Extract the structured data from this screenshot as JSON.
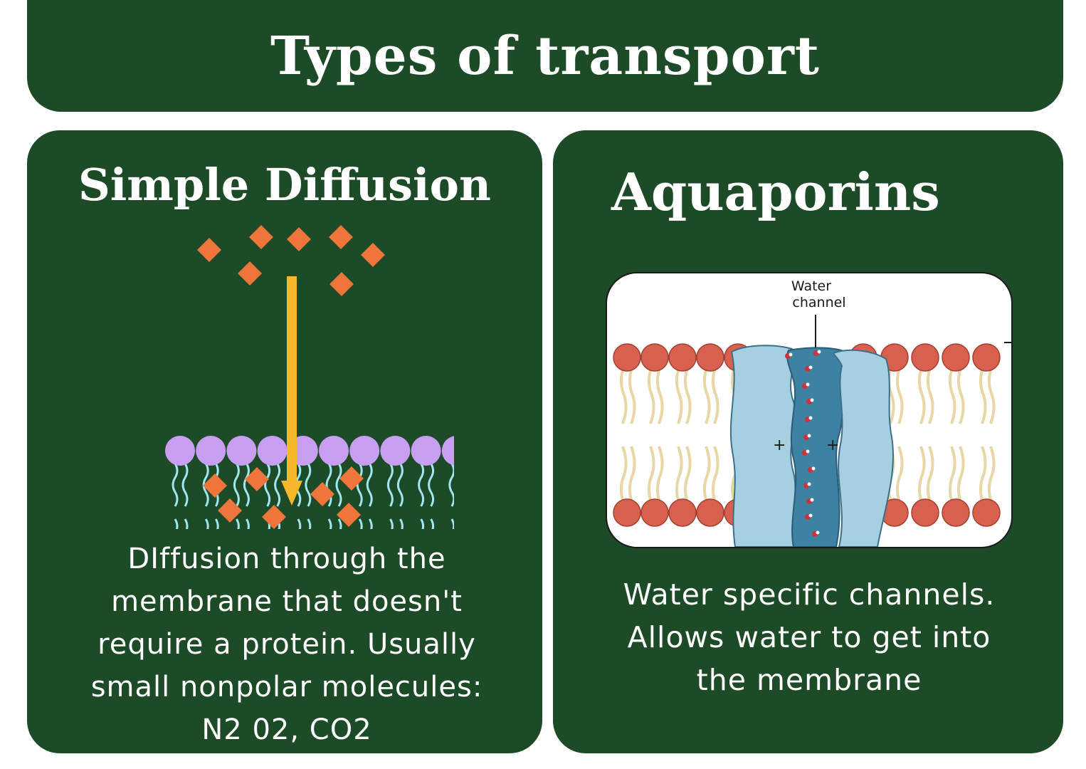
{
  "page": {
    "title": "Types of transport"
  },
  "left_card": {
    "heading": "Simple Diffusion",
    "description": "DIffusion through the\nmembrane that doesn't\nrequire a protein. Usually\nsmall nonpolar molecules:\nN2 02, CO2"
  },
  "right_card": {
    "heading": "Aquaporins",
    "description": "Water specific channels.\nAllows water to get into\nthe membrane",
    "figure_label": "Water\nchannel"
  },
  "colors": {
    "panel_green": "#1d4a27",
    "molecule_orange": "#f0753b",
    "lipid_head_purple": "#c89ef0",
    "lipid_tail_blue": "#9fe6f0",
    "arrow_yellow": "#f6b82a",
    "aquaporin_head_red": "#d8604f",
    "channel_blue": "#9cc7de"
  }
}
